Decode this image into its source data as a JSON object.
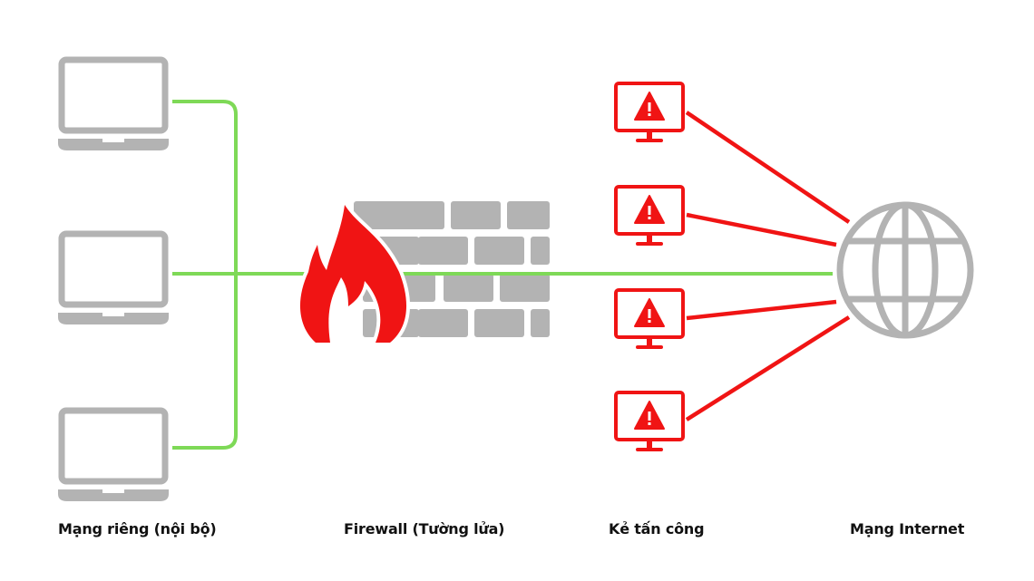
{
  "diagram": {
    "title": "Firewall network diagram",
    "colors": {
      "device_gray": "#b3b3b3",
      "safe_line": "#7ed957",
      "threat_red": "#f01414",
      "text": "#111111"
    },
    "nodes": {
      "private_network": {
        "label": "Mạng riêng (nội bộ)",
        "devices": [
          "laptop",
          "laptop",
          "laptop"
        ]
      },
      "firewall": {
        "label": "Firewall (Tường lửa)",
        "icons": [
          "flame-icon",
          "brick-wall-icon"
        ]
      },
      "attackers": {
        "label": "Kẻ tấn công",
        "devices": [
          "monitor-warning",
          "monitor-warning",
          "monitor-warning",
          "monitor-warning"
        ]
      },
      "internet": {
        "label": "Mạng Internet",
        "icon": "globe-icon"
      }
    },
    "connections": [
      {
        "from": "private_network",
        "to": "firewall",
        "type": "safe"
      },
      {
        "from": "firewall",
        "to": "internet",
        "type": "safe"
      },
      {
        "from": "attackers",
        "to": "internet",
        "type": "threat"
      }
    ]
  }
}
